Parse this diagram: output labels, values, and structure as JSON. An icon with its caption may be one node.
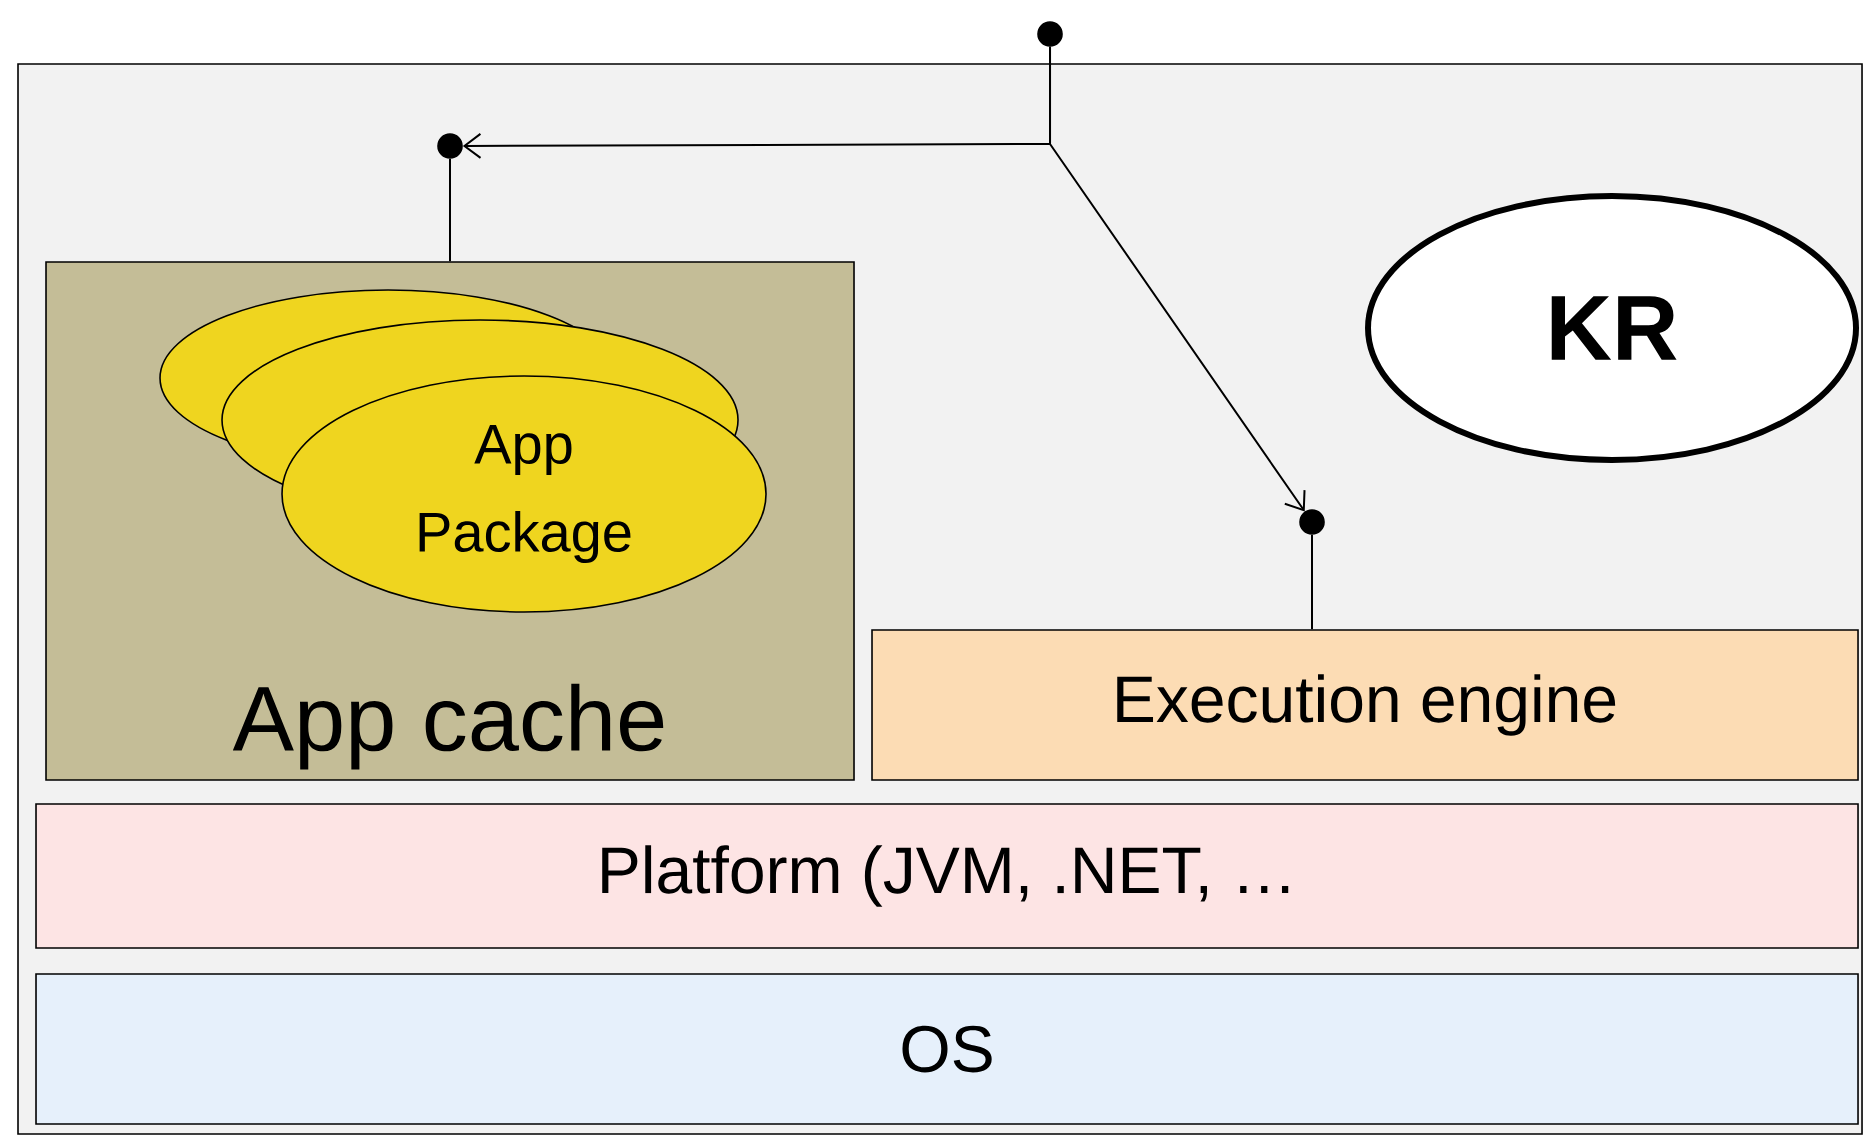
{
  "diagram": {
    "nodes": [
      {
        "text": [],
        "shape": "circle"
      },
      {
        "text": [],
        "shape": "box"
      },
      {
        "text": [],
        "shape": "circle",
        "in": 1
      },
      {
        "text": [
          "App cache"
        ],
        "in": 1
      },
      {
        "text": [
          "App Package"
        ],
        "in": 3
      },
      {
        "text": [
          "KR"
        ],
        "in": 1
      },
      {
        "text": [],
        "shape": "circle",
        "in": 1
      },
      {
        "text": [
          "Execution engine"
        ],
        "in": 1
      },
      {
        "text": [
          "Platform (JVM, .NET, …"
        ],
        "in": 1
      },
      {
        "text": [
          "OS"
        ],
        "in": 1
      }
    ],
    "edges": [
      {
        "from": 0,
        "to": 2,
        "arrow": "to"
      },
      {
        "from": 0,
        "to": 6,
        "arrow": "to"
      },
      {
        "from": 3,
        "to": 2,
        "arrow": "none"
      },
      {
        "from": 7,
        "to": 6,
        "arrow": "none"
      }
    ]
  }
}
